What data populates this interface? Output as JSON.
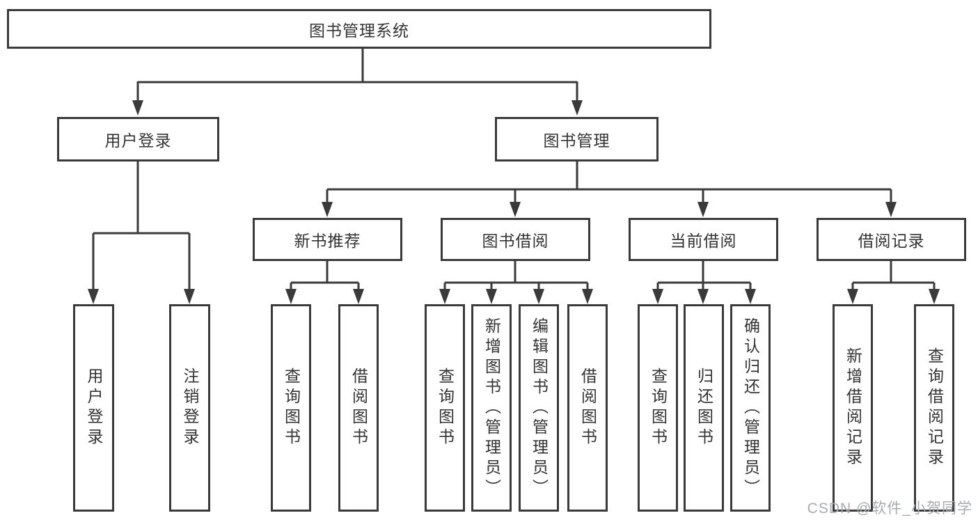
{
  "diagram": {
    "root": {
      "label": "图书管理系统"
    },
    "level2": [
      {
        "label": "用户登录"
      },
      {
        "label": "图书管理"
      }
    ],
    "level3": [
      {
        "label": "新书推荐"
      },
      {
        "label": "图书借阅"
      },
      {
        "label": "当前借阅"
      },
      {
        "label": "借阅记录"
      }
    ],
    "leaves": {
      "user_login": [
        "用户登录",
        "注销登录"
      ],
      "new_books": [
        "查询图书",
        "借阅图书"
      ],
      "book_borrow": [
        "查询图书",
        "新增图书（管理员）",
        "编辑图书（管理员）",
        "借阅图书"
      ],
      "current_borrow": [
        "查询图书",
        "归还图书",
        "确认归还（管理员）"
      ],
      "borrow_records": [
        "新增借阅记录",
        "查询借阅记录"
      ]
    },
    "colors": {
      "line": "#3a3a3a",
      "text": "#333333",
      "background": "#ffffff",
      "watermark": "#a8abb0"
    },
    "watermark": {
      "text": "CSDN @软件_小贺同学"
    }
  }
}
